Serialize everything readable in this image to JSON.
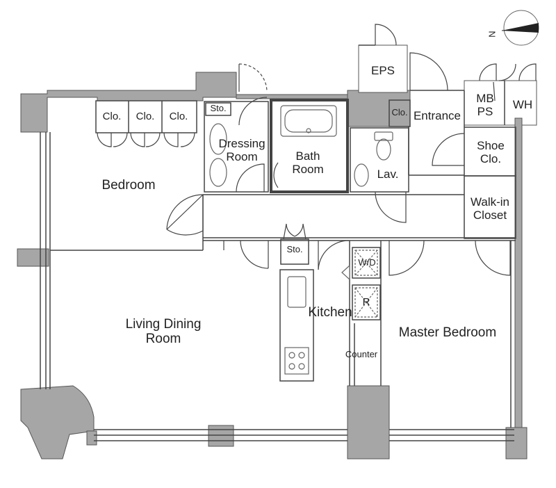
{
  "floorplan": {
    "rooms": {
      "bedroom": "Bedroom",
      "living_dining": [
        "Living Dining",
        "Room"
      ],
      "master_bedroom": "Master Bedroom",
      "kitchen": "Kitchen",
      "counter": "Counter",
      "dressing": [
        "Dressing",
        "Room"
      ],
      "bath": [
        "Bath",
        "Room"
      ],
      "lav": "Lav.",
      "entrance": "Entrance",
      "eps": "EPS",
      "mb_ps": [
        "MB",
        "PS"
      ],
      "wh": "WH",
      "shoe_clo": [
        "Shoe",
        "Clo."
      ],
      "walk_in_closet": [
        "Walk-in",
        "Closet"
      ],
      "closet_1": "Clo.",
      "closet_2": "Clo.",
      "closet_3": "Clo.",
      "closet_entrance": "Clo.",
      "storage_dressing": "Sto.",
      "storage_kitchen": "Sto.",
      "washer_dryer": "W/D",
      "refrigerator": "R"
    },
    "compass_label": "N",
    "colors": {
      "wall": "#a6a6a6",
      "line": "#444444",
      "fixture": "#666666"
    }
  }
}
